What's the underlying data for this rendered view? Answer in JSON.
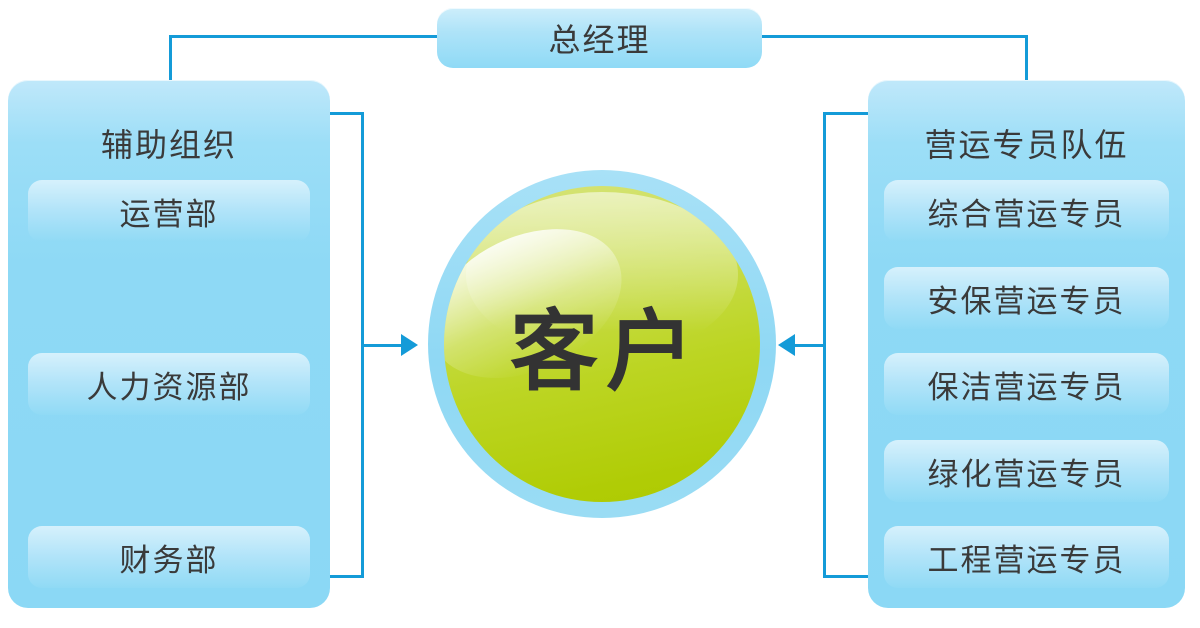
{
  "title_box": {
    "label": "总经理"
  },
  "left_panel": {
    "title": "辅助组织",
    "items": [
      "运营部",
      "人力资源部",
      "财务部"
    ]
  },
  "right_panel": {
    "title": "营运专员队伍",
    "items": [
      "综合营运专员",
      "安保营运专员",
      "保洁营运专员",
      "绿化营运专员",
      "工程营运专员"
    ]
  },
  "center_ball": {
    "label": "客户"
  },
  "colors": {
    "connector_blue": "#149bd8",
    "panel_blue": "#8bd8f5",
    "panel_blue_light": "#c0e8fa",
    "sub_box_light": "#d6f1fc",
    "ring_blue": "#8fd8f4",
    "ball_green_dark": "#adc903",
    "ball_green_light": "#d7e47c",
    "text_dark": "#3a3a3a"
  }
}
